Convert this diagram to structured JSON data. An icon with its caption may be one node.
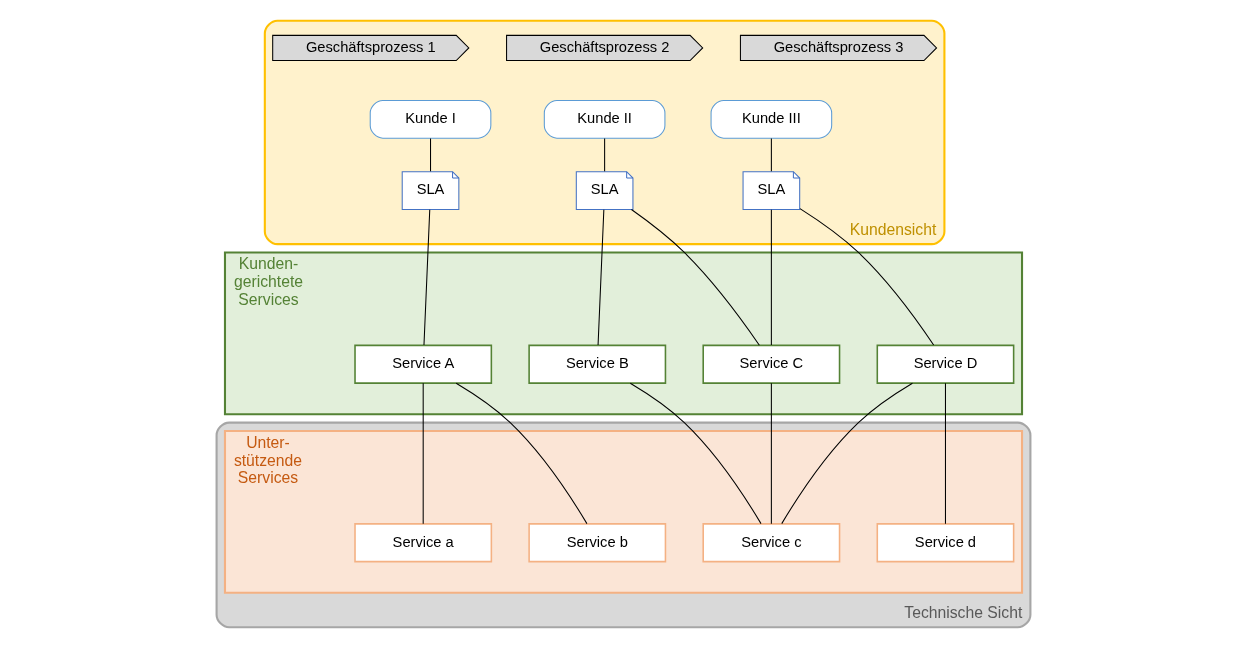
{
  "diagram": {
    "nodes": [
      {
        "text": [
          "Kundensicht"
        ]
      },
      {
        "text": [
          "Technische Sicht"
        ]
      },
      {
        "text": [
          "Geschäftsprozess 1"
        ],
        "in": 0
      },
      {
        "text": [
          "Geschäftsprozess 2"
        ],
        "in": 0
      },
      {
        "text": [
          "Geschäftsprozess 3"
        ],
        "in": 0
      },
      {
        "text": [
          "Kunde I"
        ],
        "in": 0
      },
      {
        "text": [
          "Kunde II"
        ],
        "in": 0
      },
      {
        "text": [
          "Kunde III"
        ],
        "in": 0
      },
      {
        "text": [
          "SLA"
        ],
        "in": 0
      },
      {
        "text": [
          "SLA"
        ],
        "in": 0
      },
      {
        "text": [
          "SLA"
        ],
        "in": 0
      },
      {
        "text": [
          "Kunden- gerichtete Services"
        ]
      },
      {
        "text": [
          "Service A"
        ],
        "in": 11
      },
      {
        "text": [
          "Service B"
        ],
        "in": 11
      },
      {
        "text": [
          "Service C"
        ],
        "in": 11
      },
      {
        "text": [
          "Service D"
        ],
        "in": 11
      },
      {
        "text": [
          "Unter- stützende Services"
        ],
        "in": 1
      },
      {
        "text": [
          "Service a"
        ],
        "in": 16
      },
      {
        "text": [
          "Service b"
        ],
        "in": 16
      },
      {
        "text": [
          "Service c"
        ],
        "in": 16
      },
      {
        "text": [
          "Service d"
        ],
        "in": 16
      }
    ],
    "edges": [
      {
        "from": 5,
        "to": 8,
        "arrow": "none"
      },
      {
        "from": 8,
        "to": 12,
        "arrow": "none"
      },
      {
        "from": 6,
        "to": 9,
        "arrow": "none"
      },
      {
        "from": 9,
        "to": 13,
        "arrow": "none"
      },
      {
        "from": 9,
        "to": 14,
        "arrow": "none"
      },
      {
        "from": 7,
        "to": 10,
        "arrow": "none"
      },
      {
        "from": 10,
        "to": 14,
        "arrow": "none"
      },
      {
        "from": 10,
        "to": 15,
        "arrow": "none"
      },
      {
        "from": 12,
        "to": 17,
        "arrow": "none"
      },
      {
        "from": 12,
        "to": 18,
        "arrow": "none"
      },
      {
        "from": 13,
        "to": 19,
        "arrow": "none"
      },
      {
        "from": 14,
        "to": 19,
        "arrow": "none"
      },
      {
        "from": 15,
        "to": 19,
        "arrow": "none"
      },
      {
        "from": 15,
        "to": 20,
        "arrow": "none"
      }
    ]
  }
}
